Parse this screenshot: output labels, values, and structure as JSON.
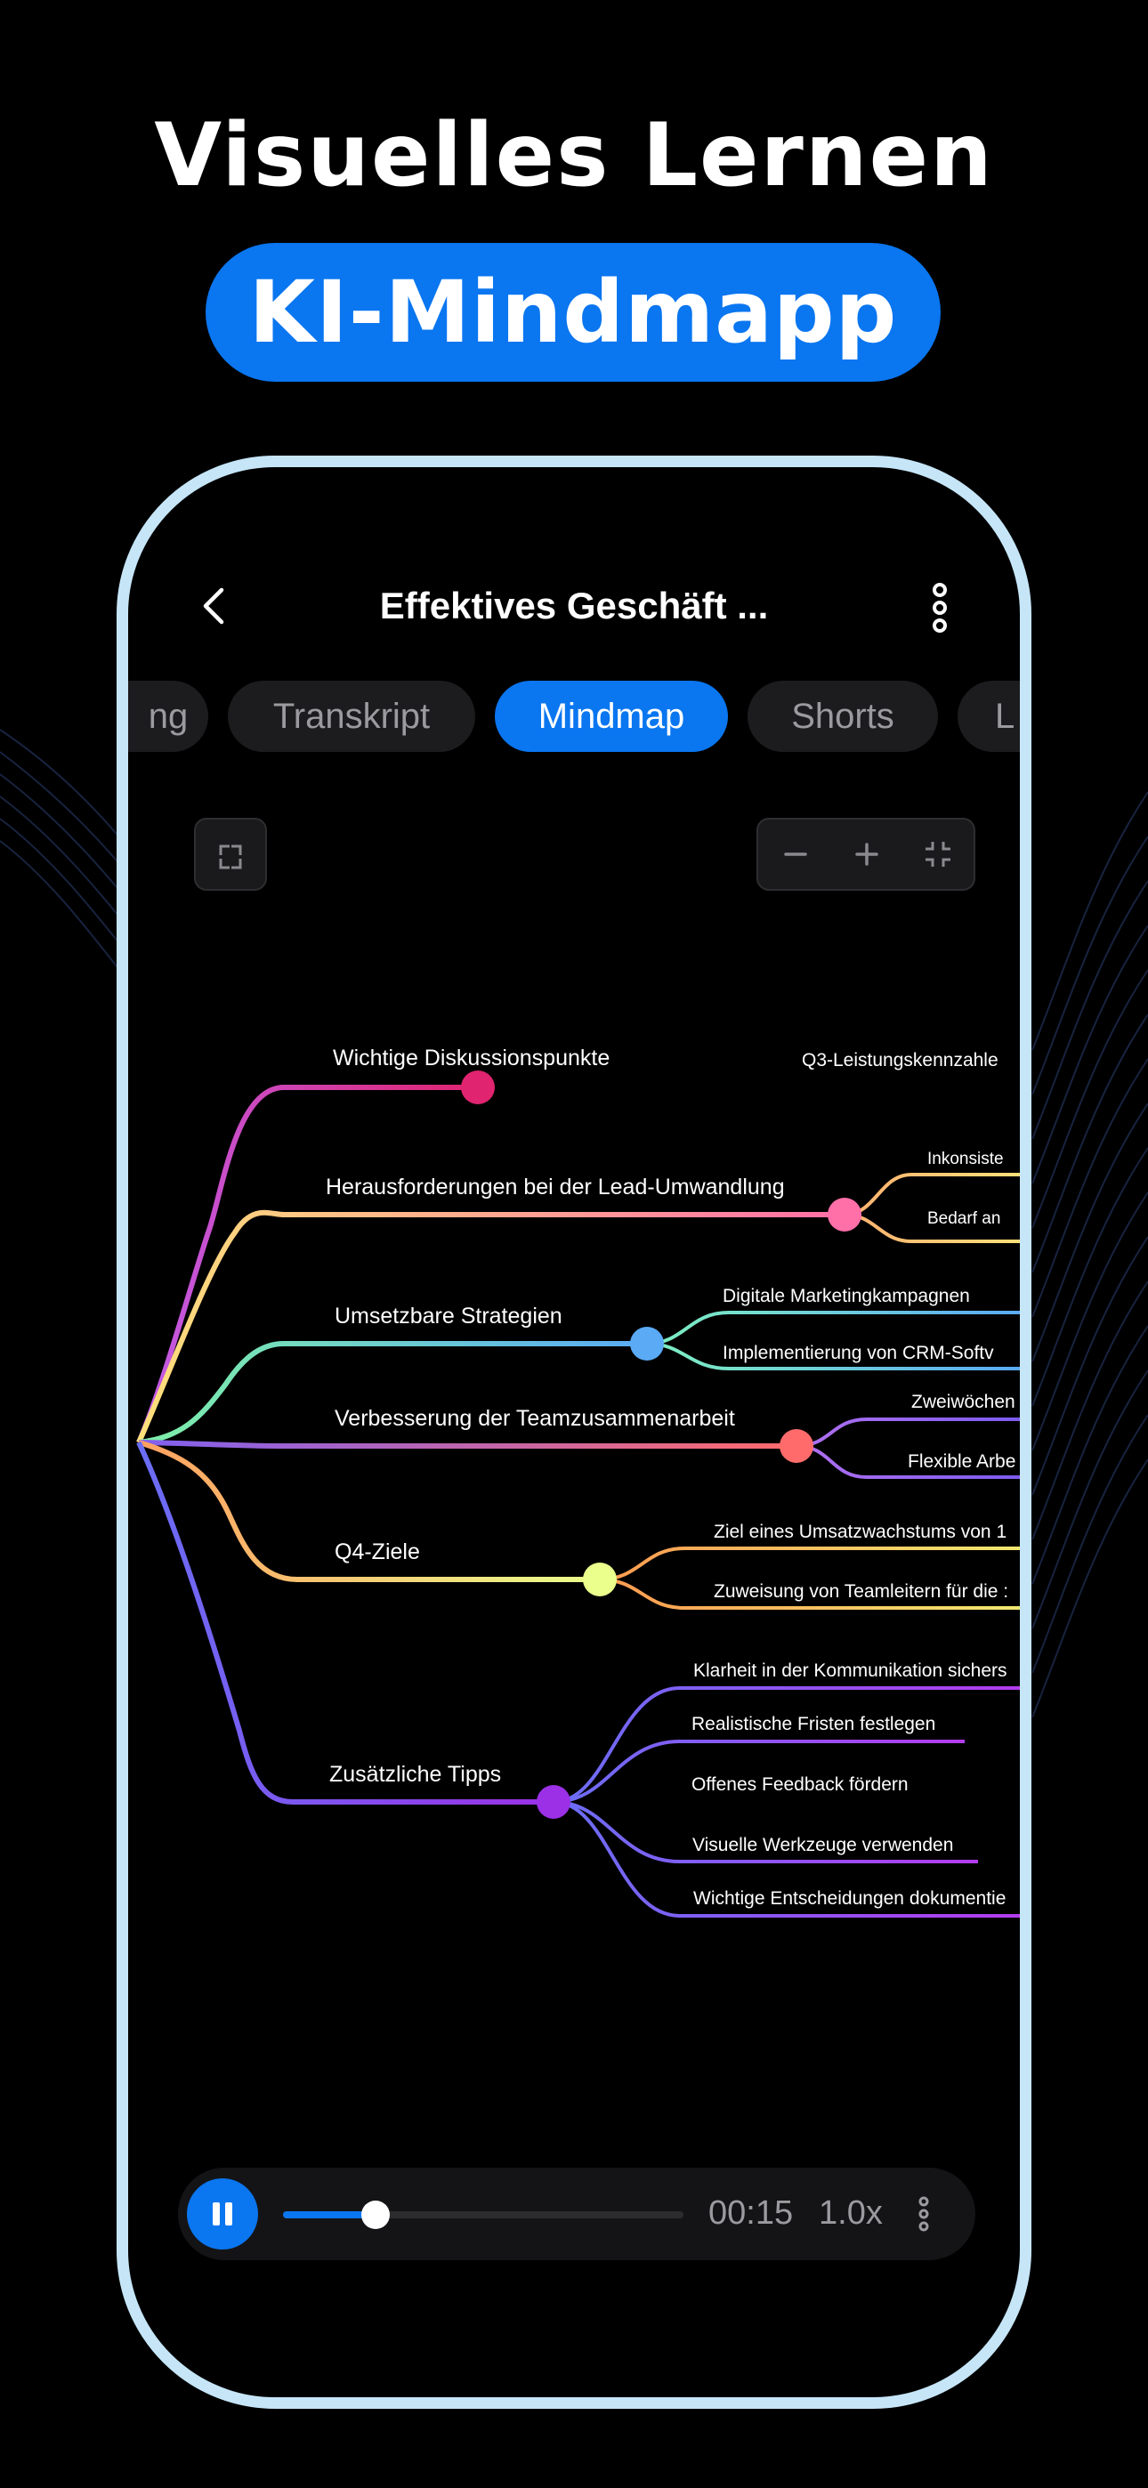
{
  "promo": {
    "headline": "Visuelles Lernen",
    "pill": "KI-Mindmapp"
  },
  "header": {
    "title": "Effektives Geschäft ..."
  },
  "tabs": [
    {
      "label": "ng",
      "active": false
    },
    {
      "label": "Transkript",
      "active": false
    },
    {
      "label": "Mindmap",
      "active": true
    },
    {
      "label": "Shorts",
      "active": false
    },
    {
      "label": "L",
      "active": false
    }
  ],
  "mindmap": {
    "branches": [
      {
        "label": "Wichtige Diskussionspunkte",
        "color": "#e0246f",
        "children": [
          "Q3-Leistungskennzahle"
        ]
      },
      {
        "label": "Herausforderungen bei der Lead-Umwandlung",
        "color": "#ff6fa8",
        "children": [
          "Inkonsiste",
          "Bedarf an"
        ]
      },
      {
        "label": "Umsetzbare Strategien",
        "color": "#5aaaf5",
        "children": [
          "Digitale Marketingkampagnen",
          "Implementierung von CRM-Softv"
        ]
      },
      {
        "label": "Verbesserung der Teamzusammenarbeit",
        "color": "#ff6b6b",
        "children": [
          "Zweiwöchen",
          "Flexible Arbe"
        ]
      },
      {
        "label": "Q4-Ziele",
        "color": "#eaff8c",
        "children": [
          "Ziel eines Umsatzwachstums von 1",
          "Zuweisung von Teamleitern für die :"
        ]
      },
      {
        "label": "Zusätzliche Tipps",
        "color": "#9b30e6",
        "children": [
          "Klarheit in der Kommunikation sichers",
          "Realistische Fristen festlegen",
          "Offenes Feedback fördern",
          "Visuelle Werkzeuge verwenden",
          "Wichtige Entscheidungen dokumentie"
        ]
      }
    ]
  },
  "player": {
    "time": "00:15",
    "speed": "1.0x",
    "progress": 0.23,
    "state": "playing"
  },
  "icons": {
    "back": "chevron-left-icon",
    "more": "vertical-dots-icon",
    "fullscreen": "expand-icon",
    "zoom_out": "minus-icon",
    "zoom_in": "plus-icon",
    "fit": "collapse-icon",
    "play": "pause-icon"
  },
  "colors": {
    "accent": "#0a76f0",
    "frame": "#c6e6f8",
    "background": "#000000"
  }
}
